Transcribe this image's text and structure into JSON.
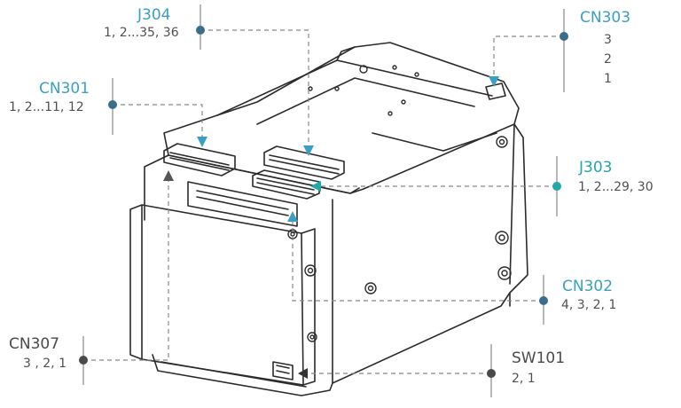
{
  "accent_blue": "#3a9fc4",
  "accent_teal": "#22a8a6",
  "line_color": "#888888",
  "callouts": {
    "j304": {
      "name": "J304",
      "pins": "1, 2...35, 36"
    },
    "cn303": {
      "name": "CN303",
      "pins": [
        "3",
        "2",
        "1"
      ]
    },
    "cn301": {
      "name": "CN301",
      "pins": "1, 2...11, 12"
    },
    "j303": {
      "name": "J303",
      "pins": "1, 2...29, 30"
    },
    "cn302": {
      "name": "CN302",
      "pins": "4, 3, 2, 1"
    },
    "cn307": {
      "name": "CN307",
      "pins": "3 , 2, 1"
    },
    "sw101": {
      "name": "SW101",
      "pins": "2, 1"
    }
  }
}
